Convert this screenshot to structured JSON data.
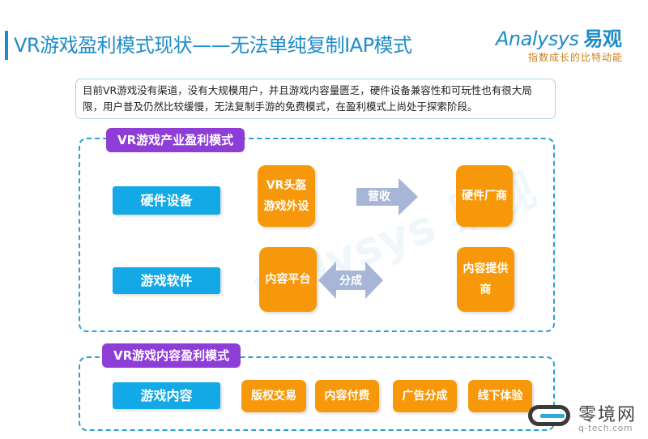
{
  "header": {
    "title": "VR游戏盈利模式现状——无法单纯复制IAP模式"
  },
  "logo": {
    "brand_en": "Analysys",
    "brand_cn": "易观",
    "slogan": "指数成长的比特动能"
  },
  "summary": {
    "text": "目前VR游戏没有渠道，没有大规模用户，并且游戏内容量匮乏，硬件设备兼容性和可玩性也有很大局限，用户普及仍然比较缓慢，无法复制手游的免费模式，在盈利模式上尚处于探索阶段。"
  },
  "industry_model": {
    "label": "VR游戏产业盈利模式",
    "rows": [
      {
        "category": "硬件设备",
        "source_lines": [
          "VR头盔",
          "游戏外设"
        ],
        "flow": "营收",
        "flow_type": "one-way",
        "target_lines": [
          "硬件厂商"
        ]
      },
      {
        "category": "游戏软件",
        "source_lines": [
          "内容平台"
        ],
        "flow": "分成",
        "flow_type": "two-way",
        "target_lines": [
          "内容提供",
          "商"
        ]
      }
    ]
  },
  "content_model": {
    "label": "VR游戏内容盈利模式",
    "category": "游戏内容",
    "items": [
      "版权交易",
      "内容付费",
      "广告分成",
      "线下体验"
    ]
  },
  "watermark": "nalysys 易观",
  "footer": {
    "brand_cn": "零境网",
    "brand_en": "q-tech.com"
  },
  "colors": {
    "title_blue": "#1e8cc8",
    "label_purple": "#8e3ed6",
    "category_blue": "#12a9e6",
    "node_orange": "#f7980a",
    "arrow_gray_blue": "#a7b6d6",
    "dash_blue": "#2aa3d4"
  }
}
